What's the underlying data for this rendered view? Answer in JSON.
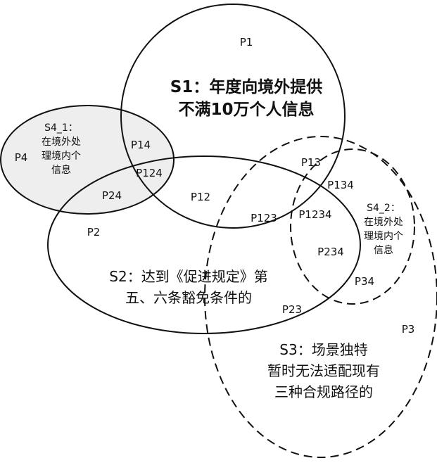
{
  "sets": {
    "s1": {
      "line1": "S1：年度向境外提供",
      "line2": "不满10万个人信息"
    },
    "s2": {
      "line1": "S2：达到《促进规定》第",
      "line2": "五、六条豁免条件的"
    },
    "s3": {
      "line1": "S3：场景独特",
      "line2": "暂时无法适配现有",
      "line3": "三种合规路径的"
    },
    "s4_1": {
      "line1": "S4_1：",
      "line2": "在境外处",
      "line3": "理境内个",
      "line4": "信息"
    },
    "s4_2": {
      "line1": "S4_2：",
      "line2": "在境外处",
      "line3": "理境内个",
      "line4": "信息"
    }
  },
  "regions": {
    "p1": "P1",
    "p2": "P2",
    "p3": "P3",
    "p4": "P4",
    "p12": "P12",
    "p13": "P13",
    "p14": "P14",
    "p23": "P23",
    "p24": "P24",
    "p34": "P34",
    "p123": "P123",
    "p124": "P124",
    "p134": "P134",
    "p234": "P234",
    "p1234": "P1234"
  },
  "colors": {
    "stroke": "#111111",
    "s4_1_fill": "#eeeeee"
  }
}
